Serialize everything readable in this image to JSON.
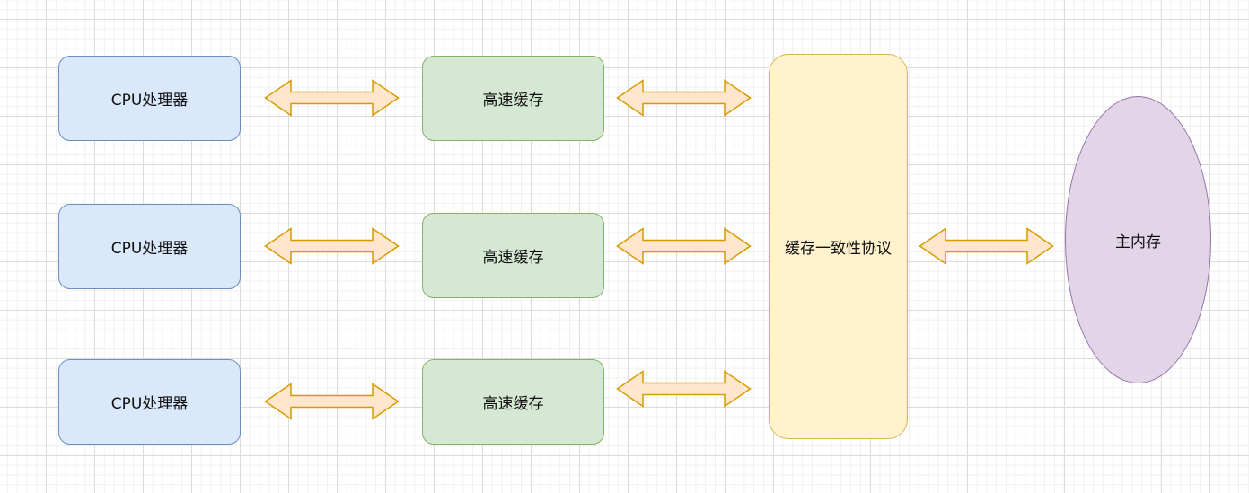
{
  "diagram": {
    "cpus": [
      {
        "label": "CPU处理器"
      },
      {
        "label": "CPU处理器"
      },
      {
        "label": "CPU处理器"
      }
    ],
    "caches": [
      {
        "label": "高速缓存"
      },
      {
        "label": "高速缓存"
      },
      {
        "label": "高速缓存"
      }
    ],
    "protocol": {
      "label": "缓存一致性协议"
    },
    "main_memory": {
      "label": "主内存"
    },
    "connectors": [
      {
        "from": "cpu-1",
        "to": "cache-1",
        "type": "bidirectional"
      },
      {
        "from": "cpu-2",
        "to": "cache-2",
        "type": "bidirectional"
      },
      {
        "from": "cpu-3",
        "to": "cache-3",
        "type": "bidirectional"
      },
      {
        "from": "cache-1",
        "to": "protocol",
        "type": "bidirectional"
      },
      {
        "from": "cache-2",
        "to": "protocol",
        "type": "bidirectional"
      },
      {
        "from": "cache-3",
        "to": "protocol",
        "type": "bidirectional"
      },
      {
        "from": "protocol",
        "to": "main-memory",
        "type": "bidirectional"
      }
    ],
    "colors": {
      "cpu_fill": "#dae8fc",
      "cpu_stroke": "#6c8ebf",
      "cache_fill": "#d5e8d4",
      "cache_stroke": "#82b366",
      "protocol_fill": "#fff2cc",
      "protocol_stroke": "#d6b656",
      "memory_fill": "#e1d5e7",
      "memory_stroke": "#9673a6",
      "arrow_fill": "#ffe6cc",
      "arrow_stroke": "#d79b00"
    }
  }
}
